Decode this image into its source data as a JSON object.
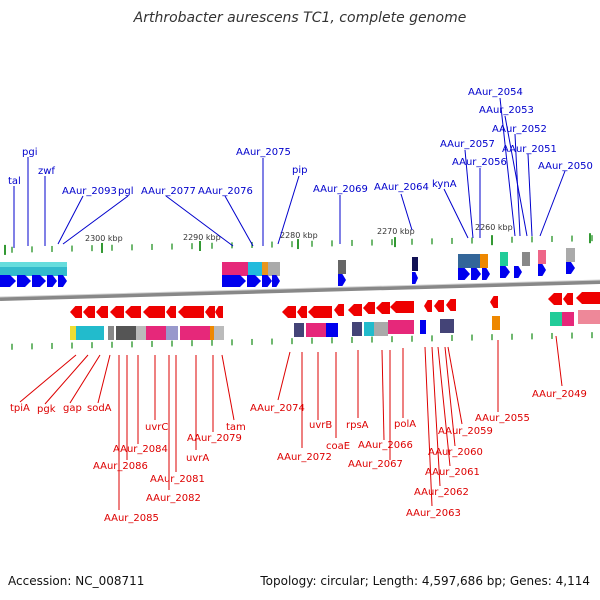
{
  "title": "Arthrobacter aurescens TC1, complete genome",
  "footer": {
    "accession": "Accession: NC_008711",
    "topology": "Topology: circular; Length: 4,597,686 bp; Genes: 4,114"
  },
  "colors": {
    "top_labels": "#0000cc",
    "bottom_labels": "#dd0000",
    "backbone": "#808080",
    "forward_arrows": "#0000ee",
    "reverse_arrows": "#ee0000",
    "tick": "#339933"
  },
  "scale_ticks": [
    "2300 kbp",
    "2290 kbp",
    "2280 kbp",
    "2270 kbp",
    "2260 kbp"
  ],
  "top_labels": [
    "tal",
    "pgi",
    "zwf",
    "AAur_2093",
    "pgl",
    "AAur_2077",
    "AAur_2076",
    "AAur_2075",
    "pip",
    "AAur_2069",
    "AAur_2064",
    "kynA",
    "AAur_2057",
    "AAur_2056",
    "AAur_2054",
    "AAur_2053",
    "AAur_2052",
    "AAur_2051",
    "AAur_2050"
  ],
  "bottom_labels": [
    "tpiA",
    "pgk",
    "gap",
    "sodA",
    "uvrC",
    "AAur_2084",
    "AAur_2086",
    "AAur_2085",
    "AAur_2081",
    "AAur_2082",
    "uvrA",
    "AAur_2079",
    "tam",
    "AAur_2074",
    "AAur_2072",
    "uvrB",
    "coaE",
    "rpsA",
    "AAur_2066",
    "AAur_2067",
    "polA",
    "AAur_2059",
    "AAur_2060",
    "AAur_2061",
    "AAur_2062",
    "AAur_2063",
    "AAur_2055",
    "AAur_2049"
  ]
}
